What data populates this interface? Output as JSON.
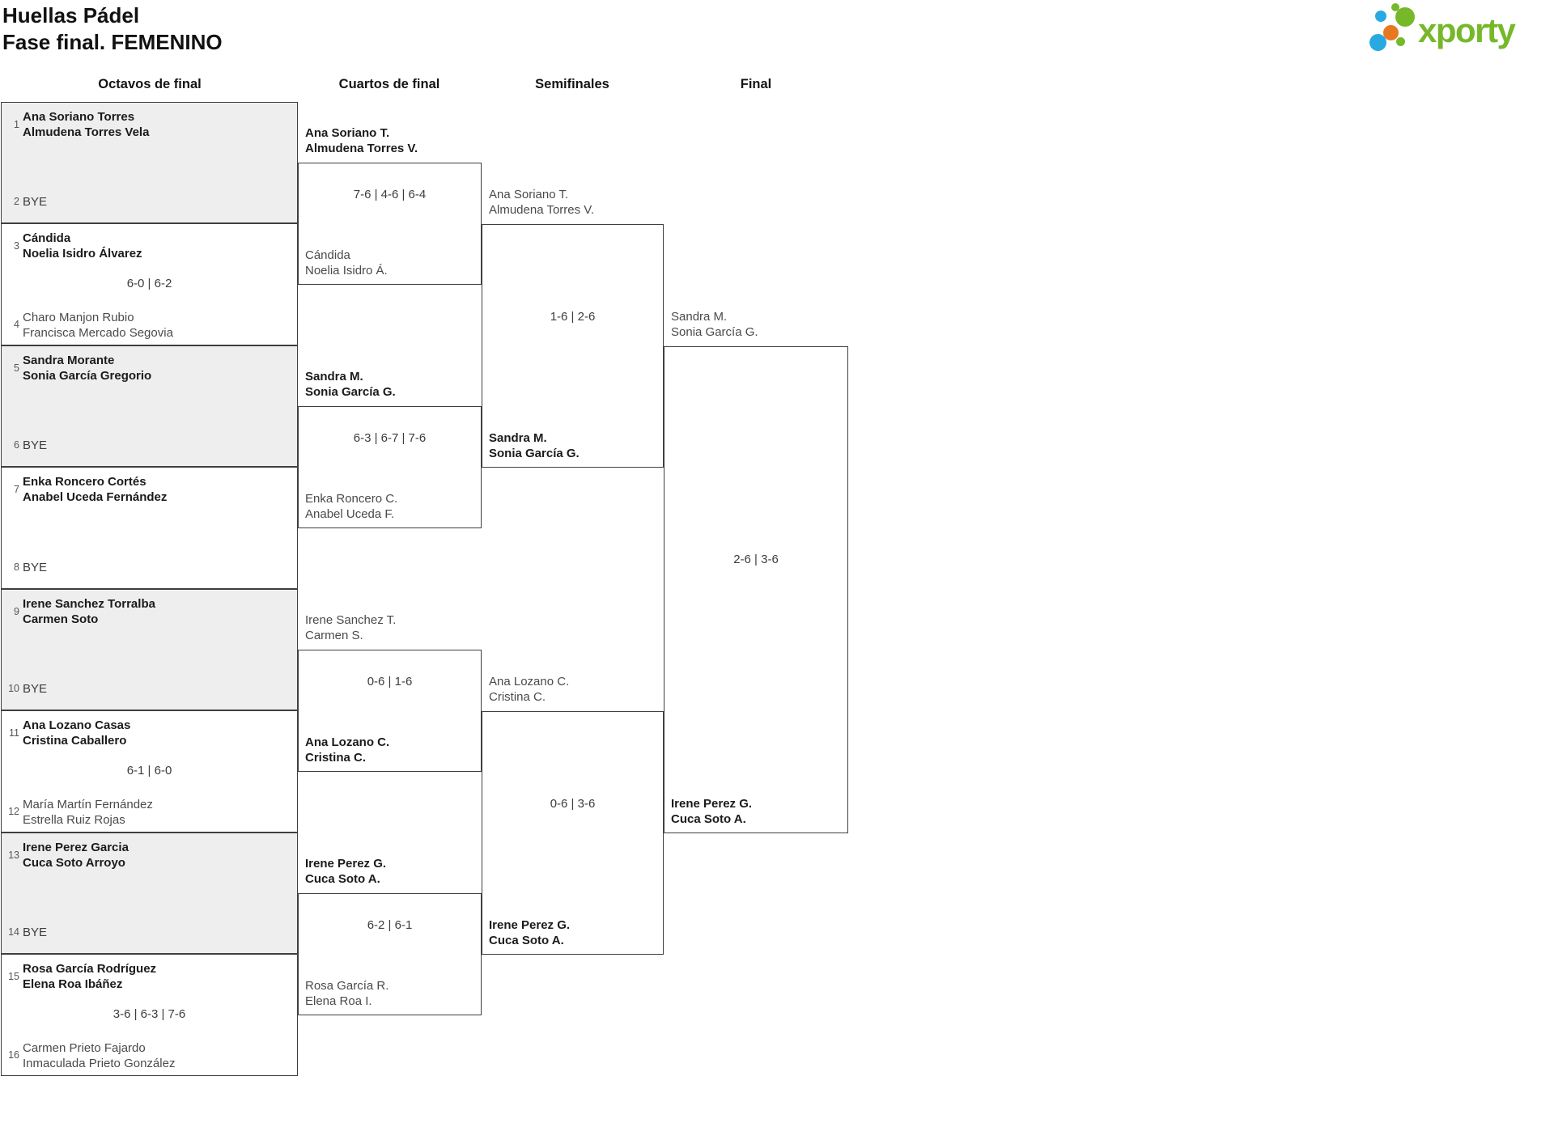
{
  "title": {
    "line1": "Huellas Pádel",
    "line2": "Fase final. FEMENINO"
  },
  "logo": {
    "wordmark": "xporty"
  },
  "colors": {
    "brand_green": "#76b82a",
    "brand_blue": "#29a9e1",
    "brand_orange": "#e87722",
    "box_shade": "#eeeeee",
    "line": "#3f3f3f"
  },
  "headers": {
    "octavos": "Octavos de final",
    "cuartos": "Cuartos de final",
    "semis": "Semifinales",
    "final": "Final"
  },
  "r16": [
    {
      "top_seed": "1",
      "top_name1": "Ana Soriano Torres",
      "top_name2": "Almudena Torres Vela",
      "bottom_seed": "2",
      "bottom_name1": "BYE",
      "winner": "top"
    },
    {
      "top_seed": "3",
      "top_name1": "Cándida",
      "top_name2": "Noelia Isidro Álvarez",
      "score": "6-0 | 6-2",
      "bottom_seed": "4",
      "bottom_name1": "Charo Manjon Rubio",
      "bottom_name2": "Francisca Mercado Segovia",
      "winner": "top"
    },
    {
      "top_seed": "5",
      "top_name1": "Sandra Morante",
      "top_name2": "Sonia García Gregorio",
      "bottom_seed": "6",
      "bottom_name1": "BYE",
      "winner": "top"
    },
    {
      "top_seed": "7",
      "top_name1": "Enka Roncero Cortés",
      "top_name2": "Anabel Uceda Fernández",
      "bottom_seed": "8",
      "bottom_name1": "BYE",
      "winner": "top"
    },
    {
      "top_seed": "9",
      "top_name1": "Irene Sanchez Torralba",
      "top_name2": "Carmen Soto",
      "bottom_seed": "10",
      "bottom_name1": "BYE",
      "winner": "top"
    },
    {
      "top_seed": "11",
      "top_name1": "Ana Lozano Casas",
      "top_name2": "Cristina Caballero",
      "score": "6-1 | 6-0",
      "bottom_seed": "12",
      "bottom_name1": "María Martín Fernández",
      "bottom_name2": "Estrella Ruiz Rojas",
      "winner": "top"
    },
    {
      "top_seed": "13",
      "top_name1": "Irene Perez Garcia",
      "top_name2": "Cuca Soto Arroyo",
      "bottom_seed": "14",
      "bottom_name1": "BYE",
      "winner": "top"
    },
    {
      "top_seed": "15",
      "top_name1": "Rosa García Rodríguez",
      "top_name2": "Elena Roa Ibáñez",
      "score": "3-6 | 6-3 | 7-6",
      "bottom_seed": "16",
      "bottom_name1": "Carmen Prieto Fajardo",
      "bottom_name2": "Inmaculada Prieto González",
      "winner": "top"
    }
  ],
  "qf": [
    {
      "top_name1": "Ana Soriano T.",
      "top_name2": "Almudena Torres V.",
      "score": "7-6 | 4-6 | 6-4",
      "bottom_name1": "Cándida",
      "bottom_name2": "Noelia Isidro Á.",
      "winner": "top"
    },
    {
      "top_name1": "Sandra M.",
      "top_name2": "Sonia García G.",
      "score": "6-3 | 6-7 | 7-6",
      "bottom_name1": "Enka Roncero C.",
      "bottom_name2": "Anabel Uceda F.",
      "winner": "top"
    },
    {
      "top_name1": "Irene Sanchez T.",
      "top_name2": "Carmen S.",
      "score": "0-6 | 1-6",
      "bottom_name1": "Ana Lozano C.",
      "bottom_name2": "Cristina C.",
      "winner": "bottom"
    },
    {
      "top_name1": "Irene Perez G.",
      "top_name2": "Cuca Soto A.",
      "score": "6-2 | 6-1",
      "bottom_name1": "Rosa García R.",
      "bottom_name2": "Elena Roa I.",
      "winner": "top"
    }
  ],
  "sf": [
    {
      "top_name1": "Ana Soriano T.",
      "top_name2": "Almudena Torres V.",
      "score": "1-6 | 2-6",
      "bottom_name1": "Sandra M.",
      "bottom_name2": "Sonia García G.",
      "winner": "bottom"
    },
    {
      "top_name1": "Ana Lozano C.",
      "top_name2": "Cristina C.",
      "score": "0-6 | 3-6",
      "bottom_name1": "Irene Perez G.",
      "bottom_name2": "Cuca Soto A.",
      "winner": "bottom"
    }
  ],
  "final": {
    "top_name1": "Sandra M.",
    "top_name2": "Sonia García G.",
    "score": "2-6 | 3-6",
    "bottom_name1": "Irene Perez G.",
    "bottom_name2": "Cuca Soto A.",
    "winner": "bottom"
  }
}
